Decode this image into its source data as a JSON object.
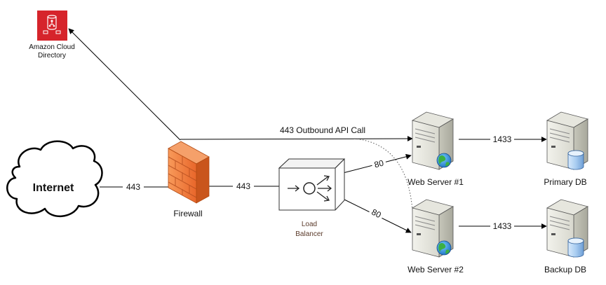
{
  "nodes": {
    "cloud_directory": {
      "label_line1": "Amazon Cloud",
      "label_line2": "Directory",
      "icon": "amazon-cloud-directory-icon",
      "color": "#D6242B"
    },
    "internet": {
      "label": "Internet",
      "icon": "cloud-icon"
    },
    "firewall": {
      "label": "Firewall",
      "icon": "firewall-brick-icon",
      "color": "#F07A38"
    },
    "load_balancer": {
      "label_line1": "Load",
      "label_line2": "Balancer",
      "icon": "load-balancer-icon"
    },
    "web_server_1": {
      "label": "Web Server #1",
      "icon": "web-server-icon"
    },
    "web_server_2": {
      "label": "Web Server #2",
      "icon": "web-server-icon"
    },
    "primary_db": {
      "label": "Primary DB",
      "icon": "database-server-icon"
    },
    "backup_db": {
      "label": "Backup DB",
      "icon": "database-server-icon"
    }
  },
  "edges": {
    "internet_firewall": "443",
    "firewall_lb": "443",
    "outbound_api": "443 Outbound API Call",
    "lb_ws1": "80",
    "lb_ws2": "80",
    "ws1_primary": "1433",
    "ws2_backup": "1433"
  }
}
